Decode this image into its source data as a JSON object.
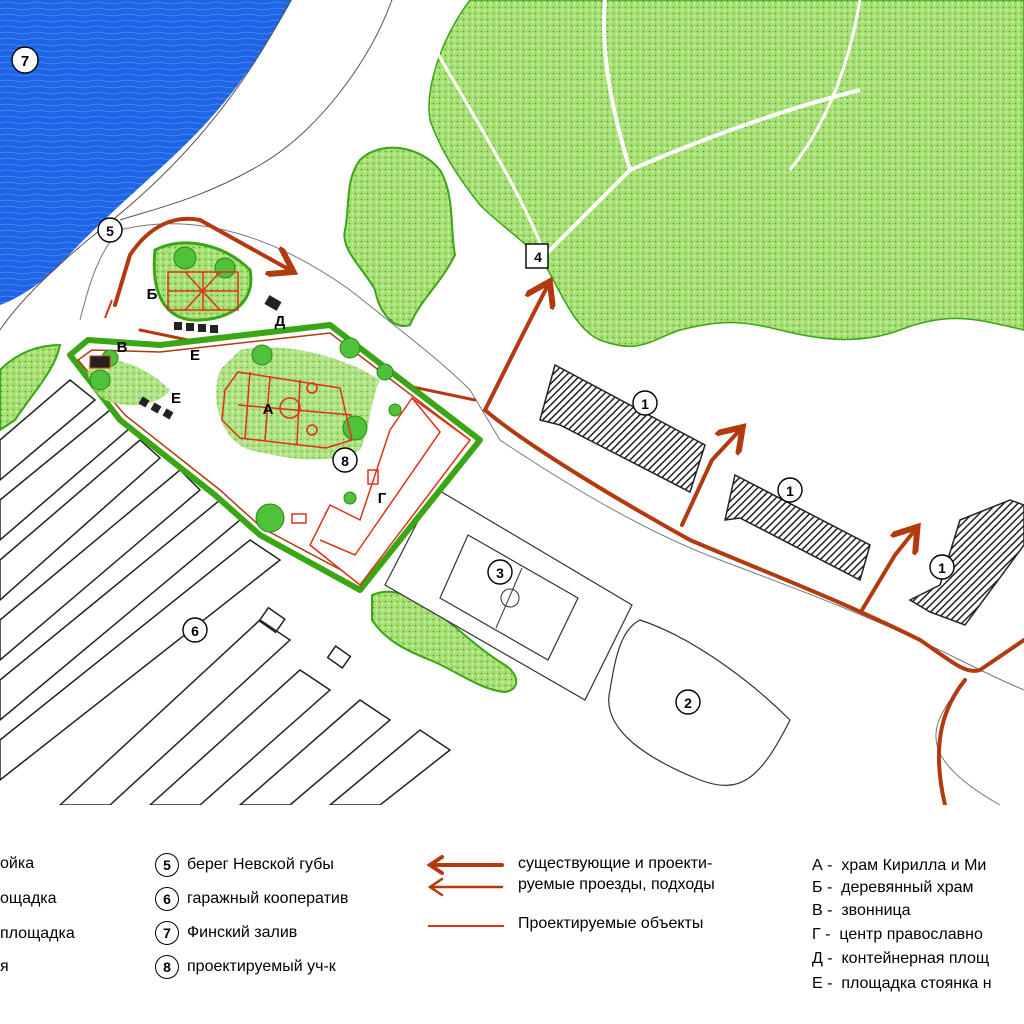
{
  "colors": {
    "water": "#1e64e6",
    "forest": "#9fdc6a",
    "forest_edge": "#3aa616",
    "road": "#b23a0e",
    "project": "#e0301a",
    "building_hatch": "#222222"
  },
  "map_labels": {
    "n1a": "1",
    "n1b": "1",
    "n1c": "1",
    "n2": "2",
    "n3": "3",
    "n4": "4",
    "n5": "5",
    "n6": "6",
    "n7": "7",
    "n8": "8",
    "A": "А",
    "B": "Б",
    "V": "В",
    "G": "Г",
    "D": "Д",
    "E1": "Е",
    "E2": "Е"
  },
  "legend": {
    "col1": [
      "ойка",
      "ощадка",
      "площадка",
      "я"
    ],
    "col2": [
      {
        "num": "5",
        "text": "берег Невской губы"
      },
      {
        "num": "6",
        "text": "гаражный кооператив"
      },
      {
        "num": "7",
        "text": "Финский залив"
      },
      {
        "num": "8",
        "text": "проектируемый уч-к"
      }
    ],
    "roads_line1": "существующие и проекти-",
    "roads_line2": "руемые проезды, подходы",
    "projected": "Проектируемые объекты",
    "col4": [
      {
        "key": "А -",
        "text": "храм Кирилла и Ми"
      },
      {
        "key": "Б -",
        "text": "деревянный храм"
      },
      {
        "key": "В -",
        "text": "звонница"
      },
      {
        "key": "Г -",
        "text": "центр православно"
      },
      {
        "key": "Д -",
        "text": "контейнерная площ"
      },
      {
        "key": "Е -",
        "text": "площадка стоянка н"
      }
    ]
  }
}
